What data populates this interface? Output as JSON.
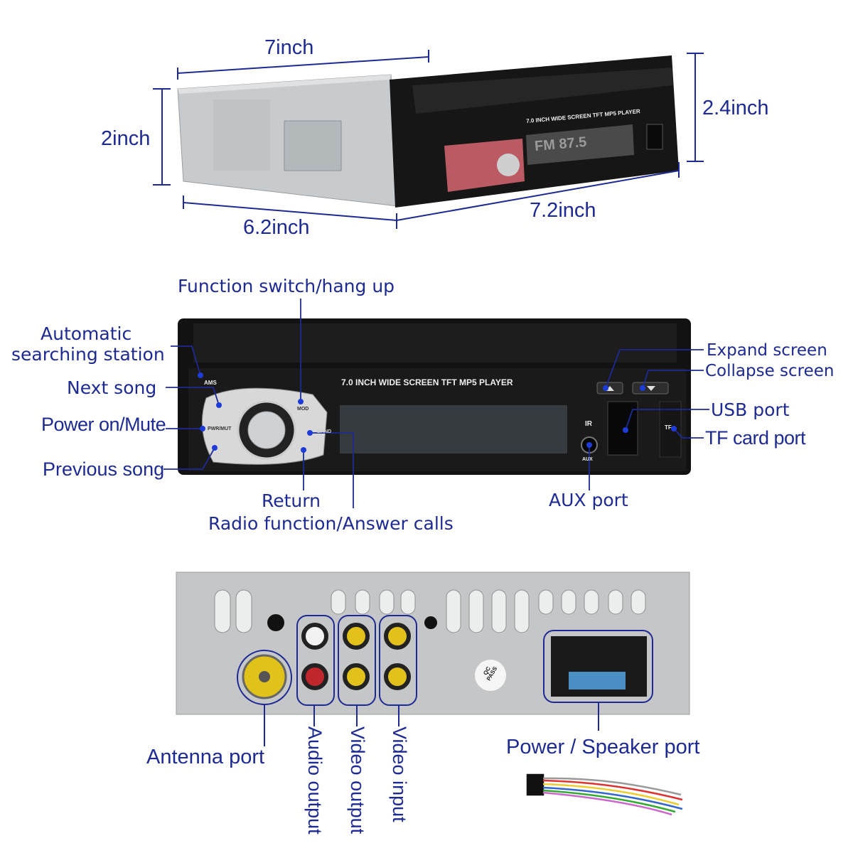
{
  "dimensions": {
    "top_width": "7inch",
    "side_height": "2inch",
    "front_height": "2.4inch",
    "depth": "6.2inch",
    "front_width": "7.2inch"
  },
  "device_print": {
    "model_text": "7.0 INCH WIDE SCREEN TFT  MP5  PLAYER",
    "display_reading": "FM 87.5",
    "ams": "AMS",
    "pwr_mut": "PWR/MUT",
    "band": "BAND",
    "mod": "MOD",
    "ir": "IR",
    "aux": "AUX",
    "tf": "TF",
    "qc": "QC PASS"
  },
  "front_labels": {
    "function_switch": "Function switch/hang up",
    "auto_search": "Automatic\nsearching station",
    "auto_search_line1": "Automatic",
    "auto_search_line2": "searching station",
    "next_song": "Next song",
    "power_mute": "Power on/Mute",
    "previous_song": "Previous song",
    "return": "Return",
    "radio_answer": "Radio function/Answer calls",
    "aux_port": "AUX port",
    "expand_screen": "Expand screen",
    "collapse_screen": "Collapse screen",
    "usb_port": "USB port",
    "tf_card_port": "TF card port"
  },
  "rear_labels": {
    "antenna_port": "Antenna port",
    "audio_output": "Audio output",
    "video_output": "Video output",
    "video_input": "Video input",
    "power_speaker_port": "Power / Speaker port"
  },
  "colors": {
    "label": "#1d2a93",
    "leader_line": "#1d2a93",
    "device_body": "#151515",
    "chassis": "#c9ccce",
    "rca_yellow": "#e2c21a",
    "rca_red": "#c0272d",
    "rca_white": "#f2f2f2",
    "button_glow": "#e0737a"
  }
}
